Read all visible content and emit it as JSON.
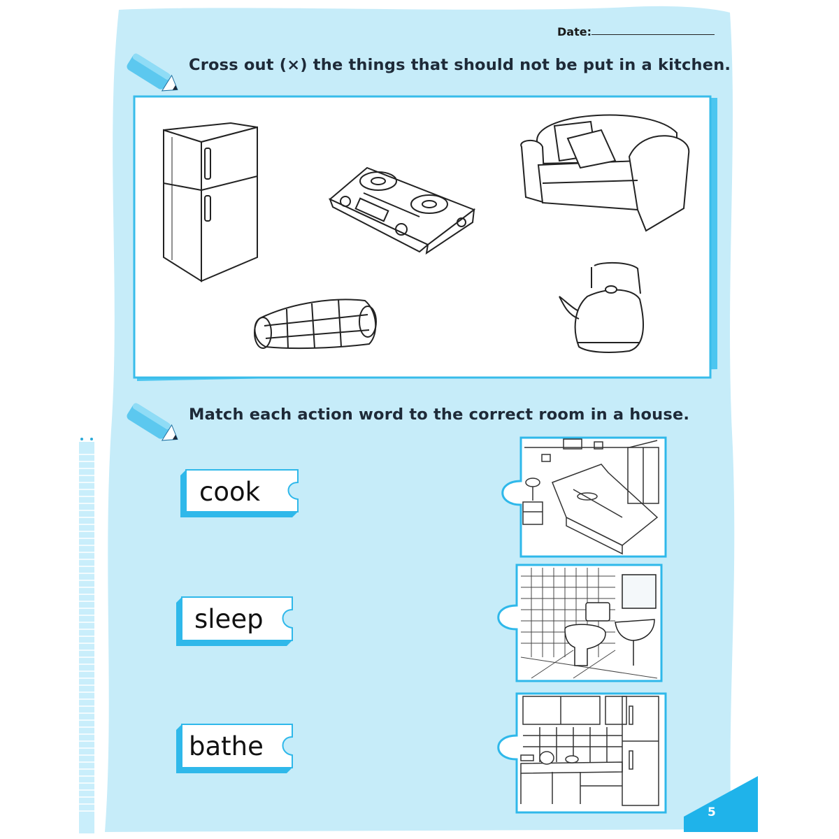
{
  "header": {
    "date_label": "Date:"
  },
  "section1": {
    "instruction": "Cross out (×) the things that should not be put in a kitchen.",
    "items": [
      "refrigerator",
      "gas-stove",
      "sofa",
      "bolster-pillow",
      "kettle"
    ]
  },
  "section2": {
    "instruction": "Match each action word to the correct room in a house.",
    "words": [
      "cook",
      "sleep",
      "bathe"
    ],
    "rooms": [
      "bedroom",
      "bathroom",
      "kitchen"
    ]
  },
  "footer": {
    "page_number": "5"
  },
  "colors": {
    "page_bg": "#c6ecf9",
    "accent": "#29b6e8",
    "tab": "#1fb3ea"
  }
}
